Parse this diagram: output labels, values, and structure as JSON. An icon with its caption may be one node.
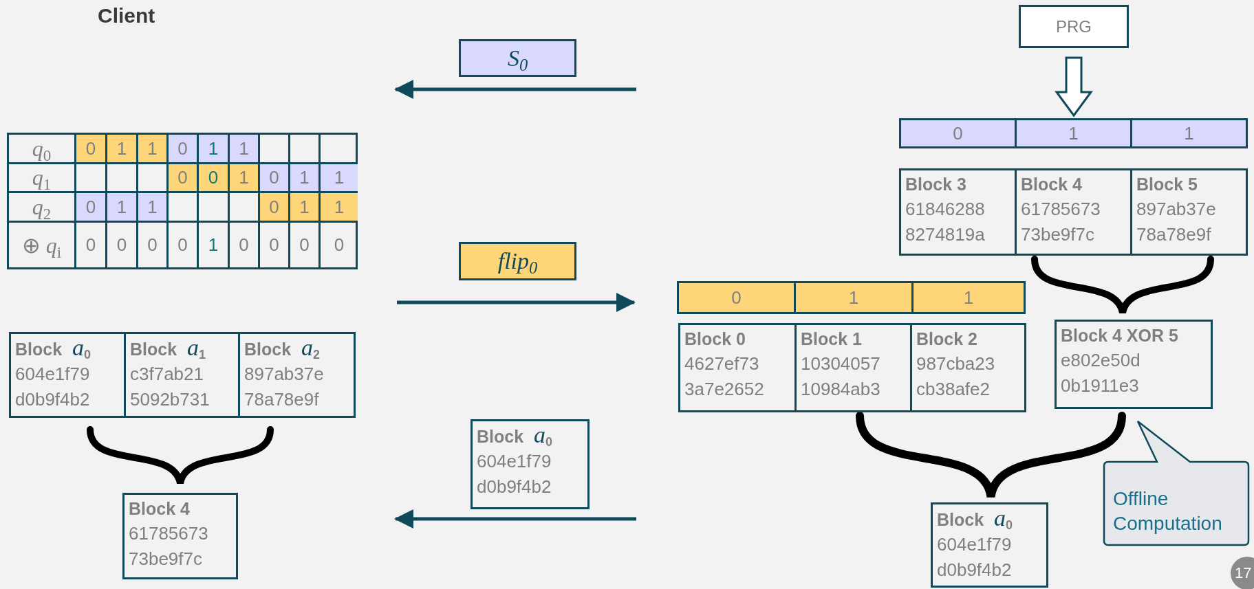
{
  "diagram": {
    "title": "Client",
    "nodes": [
      {
        "text": [
          "*S*$_{0}$"
        ]
      },
      {
        "text": [
          "*flip*$_{0}$"
        ]
      },
      {
        "text": [
          "Block *a*$_{0}$",
          "604e1f79 d0b9f4b2"
        ]
      },
      {
        "text": [
          "PRG"
        ]
      },
      {
        "text": [
          "0"
        ]
      },
      {
        "text": [
          "1"
        ]
      },
      {
        "text": [
          "1"
        ]
      },
      {
        "text": [
          "Block 3",
          "61846288 8274819a"
        ]
      },
      {
        "text": [
          "Block 4",
          "61785673 73be9f7c"
        ]
      },
      {
        "text": [
          "Block 5",
          "897ab37e 78a78e9f"
        ]
      },
      {
        "text": [
          "0"
        ]
      },
      {
        "text": [
          "1"
        ]
      },
      {
        "text": [
          "1"
        ]
      },
      {
        "text": [
          "Block 0",
          "4627ef73 3a7e2652"
        ]
      },
      {
        "text": [
          "Block 1",
          "10304057 10984ab3"
        ]
      },
      {
        "text": [
          "Block 2",
          "987cba23 cb38afe2"
        ]
      },
      {
        "text": [
          "Block 4 XOR 5",
          "e802e50d 0b1911e3"
        ]
      },
      {
        "text": [
          "Block *a*$_{0}$",
          "604e1f79 d0b9f4b2"
        ]
      },
      {
        "text": [
          "Offline Computation"
        ]
      },
      {
        "text": [
          "Block *a*$_{0}$",
          "604e1f79 d0b9f4b2"
        ]
      },
      {
        "text": [
          "Block *a*$_{1}$",
          "c3f7ab21 5092b731"
        ]
      },
      {
        "text": [
          "Block *a*$_{2}$",
          "897ab37e 78a78e9f"
        ]
      },
      {
        "text": [
          "Block 4",
          "61785673 73be9f7c"
        ]
      }
    ],
    "edges": [
      {
        "from": 3,
        "to": 5,
        "arrow": "to",
        "style": "thick"
      }
    ],
    "labels": [
      "*q*$_{0}$",
      "0",
      "1",
      "1",
      "0",
      "1",
      "1",
      "*q*$_{1}$",
      "0",
      "0",
      "1",
      "0",
      "1",
      "1",
      "*q*$_{2}$",
      "0",
      "1",
      "1",
      "0",
      "1",
      "1",
      "⊕ *q*$_{i}$",
      "0",
      "0",
      "0",
      "0",
      "1",
      "0",
      "0",
      "0",
      "0",
      "17"
    ]
  }
}
